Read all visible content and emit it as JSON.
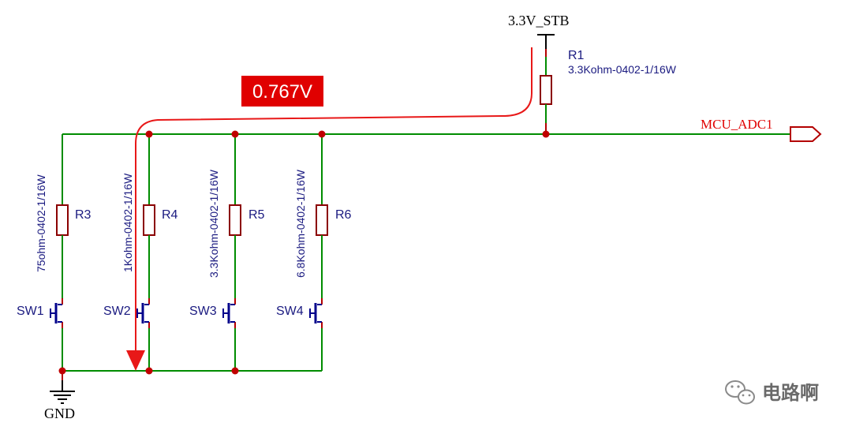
{
  "power": {
    "label": "3.3V_STB"
  },
  "ground": {
    "label": "GND"
  },
  "net": {
    "label": "MCU_ADC1"
  },
  "callout": {
    "label": "0.767V",
    "color": "#e00000"
  },
  "resistors": {
    "r1": {
      "ref": "R1",
      "value": "3.3Kohm-0402-1/16W"
    },
    "r3": {
      "ref": "R3",
      "value": "75ohm-0402-1/16W"
    },
    "r4": {
      "ref": "R4",
      "value": "1Kohm-0402-1/16W"
    },
    "r5": {
      "ref": "R5",
      "value": "3.3Kohm-0402-1/16W"
    },
    "r6": {
      "ref": "R6",
      "value": "6.8Kohm-0402-1/16W"
    }
  },
  "switches": {
    "sw1": {
      "ref": "SW1"
    },
    "sw2": {
      "ref": "SW2"
    },
    "sw3": {
      "ref": "SW3"
    },
    "sw4": {
      "ref": "SW4"
    }
  },
  "watermark": {
    "label": "电路啊",
    "icon": "wechat-icon"
  },
  "colors": {
    "wire": "#008c00",
    "component": "#8b0000",
    "junction": "#c00000",
    "text": "#1a1a80"
  }
}
